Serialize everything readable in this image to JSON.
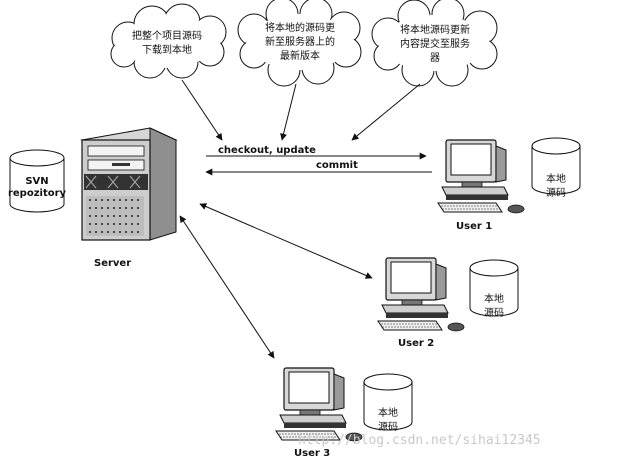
{
  "clouds": {
    "checkout_note": [
      "把整个项目源码",
      "下载到本地"
    ],
    "update_note": [
      "将本地的源码更",
      "新至服务器上的",
      "最新版本"
    ],
    "commit_note": [
      "将本地源码更新",
      "内容提交至服务",
      "器"
    ]
  },
  "server": {
    "label": "Server"
  },
  "repository": {
    "label_lines": [
      "SVN",
      "repozitory"
    ]
  },
  "arrows": {
    "checkout_update": "checkout, update",
    "commit": "commit"
  },
  "clients": [
    {
      "label": "User 1",
      "storage_lines": [
        "本地",
        "源码"
      ]
    },
    {
      "label": "User 2",
      "storage_lines": [
        "本地",
        "源码"
      ]
    },
    {
      "label": "User 3",
      "storage_lines": [
        "本地",
        "源码"
      ]
    }
  ],
  "watermark": "http://blog.csdn.net/sihai12345"
}
